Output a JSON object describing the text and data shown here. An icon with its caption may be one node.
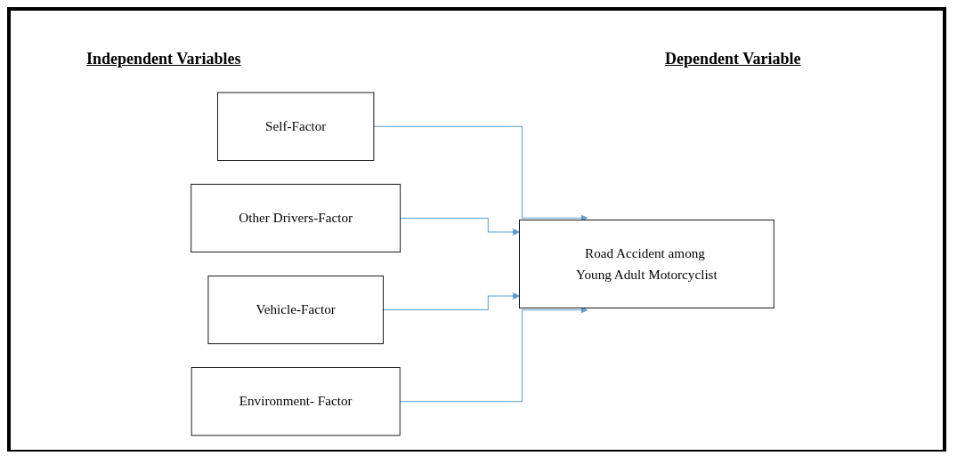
{
  "diagram": {
    "nodes": [
      {
        "text": [
          "Self-Factor"
        ]
      },
      {
        "text": [
          "Other Drivers-Factor"
        ]
      },
      {
        "text": [
          "Vehicle-Factor"
        ]
      },
      {
        "text": [
          "Environment- Factor"
        ]
      },
      {
        "text": [
          "Road Accident among Young Adult Motorcyclist"
        ]
      }
    ],
    "edges": [
      {
        "from": 0,
        "to": 4,
        "arrow": "to"
      },
      {
        "from": 1,
        "to": 4,
        "arrow": "to"
      },
      {
        "from": 2,
        "to": 4,
        "arrow": "to"
      },
      {
        "from": 3,
        "to": 4,
        "arrow": "to"
      }
    ],
    "labels": [
      "Independent Variables",
      "Dependent Variable"
    ]
  }
}
